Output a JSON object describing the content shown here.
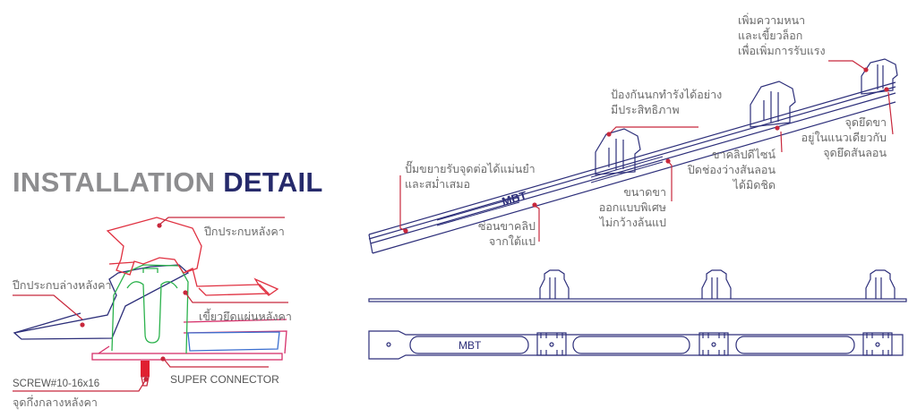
{
  "title": {
    "part1": "INSTALLATION",
    "part2": "DETAIL"
  },
  "detail_labels": {
    "top_wing": "ปีกประกบหลังคา",
    "bottom_wing": "ปีกประกบล่างหลังคา",
    "fang": "เขี้ยวยึดแผ่นหลังคา",
    "connector": "SUPER CONNECTOR",
    "screw": "SCREW#10-16x16",
    "center": "จุดกึ่งกลางหลังคา"
  },
  "rail_labels": {
    "pump": [
      "ปั๊มขยายรับจุดต่อได้แม่นยำ",
      "และสม่ำเสมอ"
    ],
    "bird": [
      "ป้องกันนกทำรังได้อย่าง",
      "มีประสิทธิภาพ"
    ],
    "thick": [
      "เพิ่มความหนา",
      "และเขี้ยวล็อก",
      "เพื่อเพิ่มการรับแรง"
    ],
    "leg_design": [
      "ขาคลิปดีไซน์",
      "ปิดช่องว่างสันลอน",
      "ได้มิดชิด"
    ],
    "align": [
      "จุดยึดขา",
      "อยู่ในแนวเดียวกับ",
      "จุดยึดสันลอน"
    ],
    "leg_size": [
      "ขนาดขา",
      "ออกแบบพิเศษ",
      "ไม่กว้างล้นแป"
    ],
    "hide": [
      "ซ่อนขาคลิป",
      "จากใต้แป"
    ]
  },
  "brand": "MBT",
  "colors": {
    "navy": "#2d2f7a",
    "red": "#c8283c",
    "green": "#2bb24c",
    "pink": "#d6306a",
    "text": "#6b6b6b"
  }
}
